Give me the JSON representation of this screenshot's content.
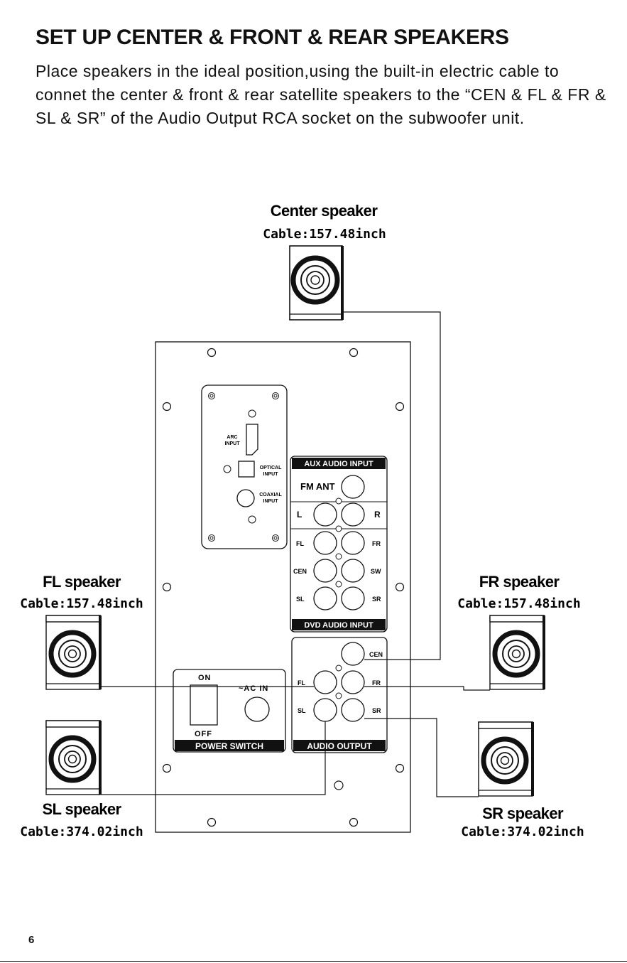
{
  "title": "SET UP CENTER & FRONT & REAR SPEAKERS",
  "intro": "Place speakers in the ideal position,using the built-in electric cable to connet the center & front & rear satellite speakers to the “CEN & FL & FR & SL & SR” of the Audio Output RCA socket on the subwoofer unit.",
  "speakers": {
    "center": {
      "name": "Center speaker",
      "cable": "Cable:157.48inch"
    },
    "fl": {
      "name": "FL speaker",
      "cable": "Cable:157.48inch"
    },
    "fr": {
      "name": "FR speaker",
      "cable": "Cable:157.48inch"
    },
    "sl": {
      "name": "SL speaker",
      "cable": "Cable:374.02inch"
    },
    "sr": {
      "name": "SR speaker",
      "cable": "Cable:374.02inch"
    }
  },
  "panel": {
    "arc_input": [
      "ARC",
      "INPUT"
    ],
    "optical_input": [
      "OPTICAL",
      "INPUT"
    ],
    "coaxial_input": [
      "COAXIAL",
      "INPUT"
    ],
    "aux_audio_input": "AUX AUDIO INPUT",
    "fm_ant": "FM ANT",
    "left": "L",
    "right": "R",
    "dvd_rows": [
      {
        "left": "FL",
        "right": "FR"
      },
      {
        "left": "CEN",
        "right": "SW"
      },
      {
        "left": "SL",
        "right": "SR"
      }
    ],
    "dvd_audio_input": "DVD AUDIO INPUT",
    "audio_output": {
      "cen": "CEN",
      "fl": "FL",
      "fr": "FR",
      "sl": "SL",
      "sr": "SR",
      "label": "AUDIO OUTPUT"
    },
    "power": {
      "on": "ON",
      "off": "OFF",
      "ac_in": "~AC IN",
      "label": "POWER SWITCH"
    }
  },
  "page_number": "6"
}
